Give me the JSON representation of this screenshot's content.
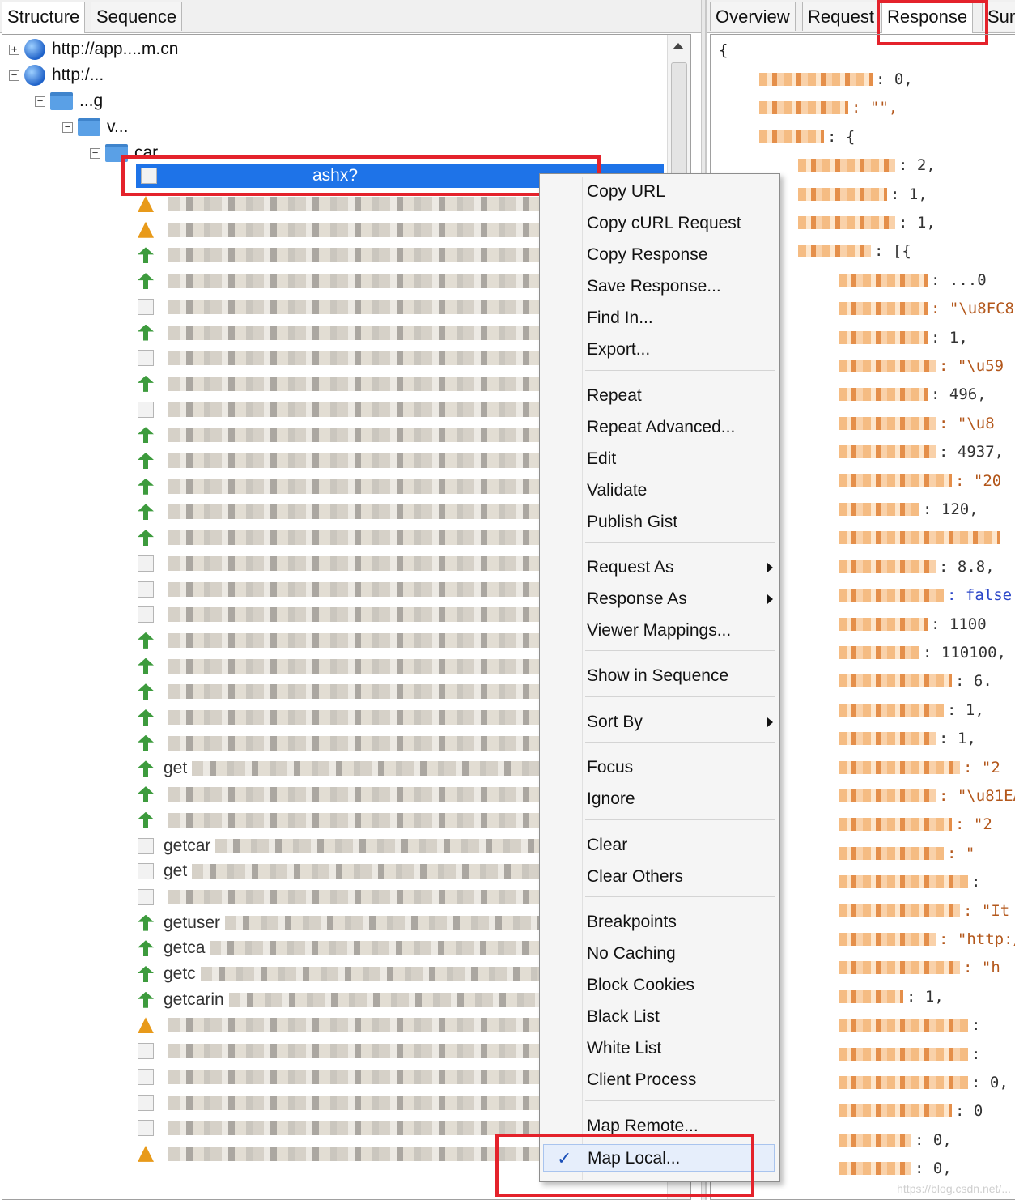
{
  "left_tabs": [
    "Structure",
    "Sequence"
  ],
  "right_tabs": [
    "Overview",
    "Request",
    "Response",
    "Sun"
  ],
  "tree": {
    "hosts": [
      {
        "label": "http://app....m.cn"
      },
      {
        "label": "http:/..."
      }
    ],
    "folders": [
      {
        "label": "...g"
      },
      {
        "label": "v..."
      },
      {
        "label": "car"
      }
    ],
    "selected_request": "ashx?",
    "request_prefixes": [
      "get",
      "getcar",
      "get",
      "get",
      "getuser",
      "getca",
      "getc",
      "getcarin"
    ]
  },
  "context_menu": {
    "items": [
      {
        "label": "Copy URL"
      },
      {
        "label": "Copy cURL Request"
      },
      {
        "label": "Copy Response"
      },
      {
        "label": "Save Response..."
      },
      {
        "label": "Find In..."
      },
      {
        "label": "Export..."
      },
      {
        "label": "Repeat"
      },
      {
        "label": "Repeat Advanced..."
      },
      {
        "label": "Edit"
      },
      {
        "label": "Validate"
      },
      {
        "label": "Publish Gist"
      },
      {
        "label": "Request As"
      },
      {
        "label": "Response As"
      },
      {
        "label": "Viewer Mappings..."
      },
      {
        "label": "Show in Sequence"
      },
      {
        "label": "Sort By"
      },
      {
        "label": "Focus"
      },
      {
        "label": "Ignore"
      },
      {
        "label": "Clear"
      },
      {
        "label": "Clear Others"
      },
      {
        "label": "Breakpoints"
      },
      {
        "label": "No Caching"
      },
      {
        "label": "Block Cookies"
      },
      {
        "label": "Black List"
      },
      {
        "label": "White List"
      },
      {
        "label": "Client Process"
      },
      {
        "label": "Map Remote..."
      },
      {
        "label": "Map Local..."
      }
    ],
    "check_mark": "✓"
  },
  "response_json": {
    "open_brace": "{",
    "lines": [
      {
        "value": ": 0,"
      },
      {
        "value": ": \"\","
      },
      {
        "value": ": {"
      },
      {
        "value": ": 2,"
      },
      {
        "value": ": 1,"
      },
      {
        "value": ": 1,"
      },
      {
        "value": ": [{"
      },
      {
        "value": ": ...0"
      },
      {
        "value": ": \"\\u8FC8"
      },
      {
        "value": ": 1,"
      },
      {
        "value": ": \"\\u59"
      },
      {
        "value": ": 496,"
      },
      {
        "value": ": \"\\u8"
      },
      {
        "value": ": 4937,"
      },
      {
        "value": ": \"20"
      },
      {
        "value": ": 120,"
      },
      {
        "value": ""
      },
      {
        "value": ": 8.8,"
      },
      {
        "value": ": false"
      },
      {
        "value": ": 1100"
      },
      {
        "value": ": 110100,"
      },
      {
        "value": ": 6."
      },
      {
        "value": ": 1,"
      },
      {
        "value": ": 1,"
      },
      {
        "value": ": \"2"
      },
      {
        "value": ": \"\\u81EA"
      },
      {
        "value": ": \"2"
      },
      {
        "value": ": \""
      },
      {
        "value": ":"
      },
      {
        "value": ": \"It"
      },
      {
        "value": ": \"http:/"
      },
      {
        "value": ": \"h"
      },
      {
        "value": ": 1,"
      },
      {
        "value": ":"
      },
      {
        "value": ":"
      },
      {
        "value": ": 0,"
      },
      {
        "value": ": 0"
      },
      {
        "value": ": 0,"
      },
      {
        "value": ": 0,"
      }
    ]
  },
  "watermark": "https://blog.csdn.net/..."
}
